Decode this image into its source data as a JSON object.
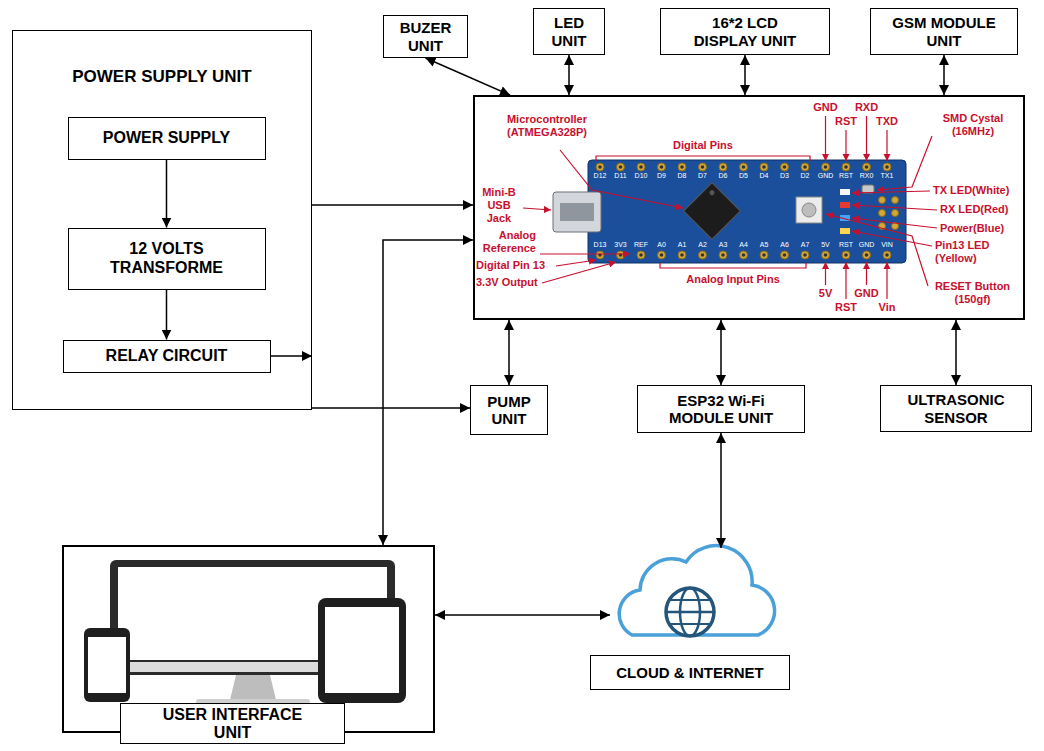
{
  "diagram": {
    "nodes": [
      {
        "text": [
          "POWER SUPPLY UNIT"
        ]
      },
      {
        "text": [
          "POWER SUPPLY"
        ],
        "in": 0
      },
      {
        "text": [
          "12 VOLTS TRANSFORME"
        ],
        "in": 0
      },
      {
        "text": [
          "RELAY CIRCUIT"
        ],
        "in": 0
      },
      {
        "text": [
          "BUZER UNIT"
        ]
      },
      {
        "text": [
          "LED UNIT"
        ]
      },
      {
        "text": [
          "16*2 LCD DISPLAY UNIT"
        ]
      },
      {
        "text": [
          "GSM MODULE UNIT"
        ]
      },
      {
        "text": [
          "Microcontroller (ATMEGA328P)"
        ]
      },
      {
        "text": [
          "PUMP UNIT"
        ]
      },
      {
        "text": [
          "ESP32 Wi-Fi MODULE UNIT"
        ]
      },
      {
        "text": [
          "ULTRASONIC SENSOR"
        ]
      },
      {
        "text": [
          "USER INTERFACE UNIT"
        ]
      },
      {
        "text": [
          "CLOUD & INTERNET"
        ]
      }
    ],
    "edges": [
      {
        "from": 1,
        "to": 2,
        "arrow": "to"
      },
      {
        "from": 2,
        "to": 3,
        "arrow": "to"
      },
      {
        "from": 3,
        "to": 0,
        "arrow": "to"
      },
      {
        "from": 0,
        "to": 8,
        "arrow": "to"
      },
      {
        "from": 0,
        "to": 9,
        "arrow": "to"
      },
      {
        "from": 4,
        "to": 8,
        "arrow": "both"
      },
      {
        "from": 5,
        "to": 8,
        "arrow": "both"
      },
      {
        "from": 6,
        "to": 8,
        "arrow": "both"
      },
      {
        "from": 7,
        "to": 8,
        "arrow": "both"
      },
      {
        "from": 8,
        "to": 9,
        "arrow": "both"
      },
      {
        "from": 8,
        "to": 10,
        "arrow": "both"
      },
      {
        "from": 8,
        "to": 11,
        "arrow": "both"
      },
      {
        "from": 12,
        "to": 8,
        "arrow": "both"
      },
      {
        "from": 10,
        "to": 13,
        "arrow": "both"
      },
      {
        "from": 12,
        "to": 13,
        "arrow": "both"
      }
    ],
    "labels": [
      "Digital Pins",
      "GND",
      "RST",
      "RXD",
      "TXD",
      "SMD Cystal (16MHz)",
      "Mini-B USB Jack",
      "TX LED(White)",
      "RX LED(Red)",
      "Power(Blue)",
      "Pin13 LED (Yellow)",
      "Analog Reference",
      "Digital Pin 13",
      "3.3V Output",
      "Analog Input Pins",
      "5V",
      "RST",
      "GND",
      "Vin",
      "RESET Button (150gf)",
      "D12",
      "D11",
      "D10",
      "D9",
      "D8",
      "D7",
      "D6",
      "D5",
      "D4",
      "D3",
      "D2",
      "GND",
      "RST",
      "RX0",
      "TX1",
      "D13",
      "3V3",
      "REF",
      "A0",
      "A1",
      "A2",
      "A3",
      "A4",
      "A5",
      "A6",
      "A7",
      "5V",
      "RST",
      "GND",
      "VIN"
    ]
  }
}
